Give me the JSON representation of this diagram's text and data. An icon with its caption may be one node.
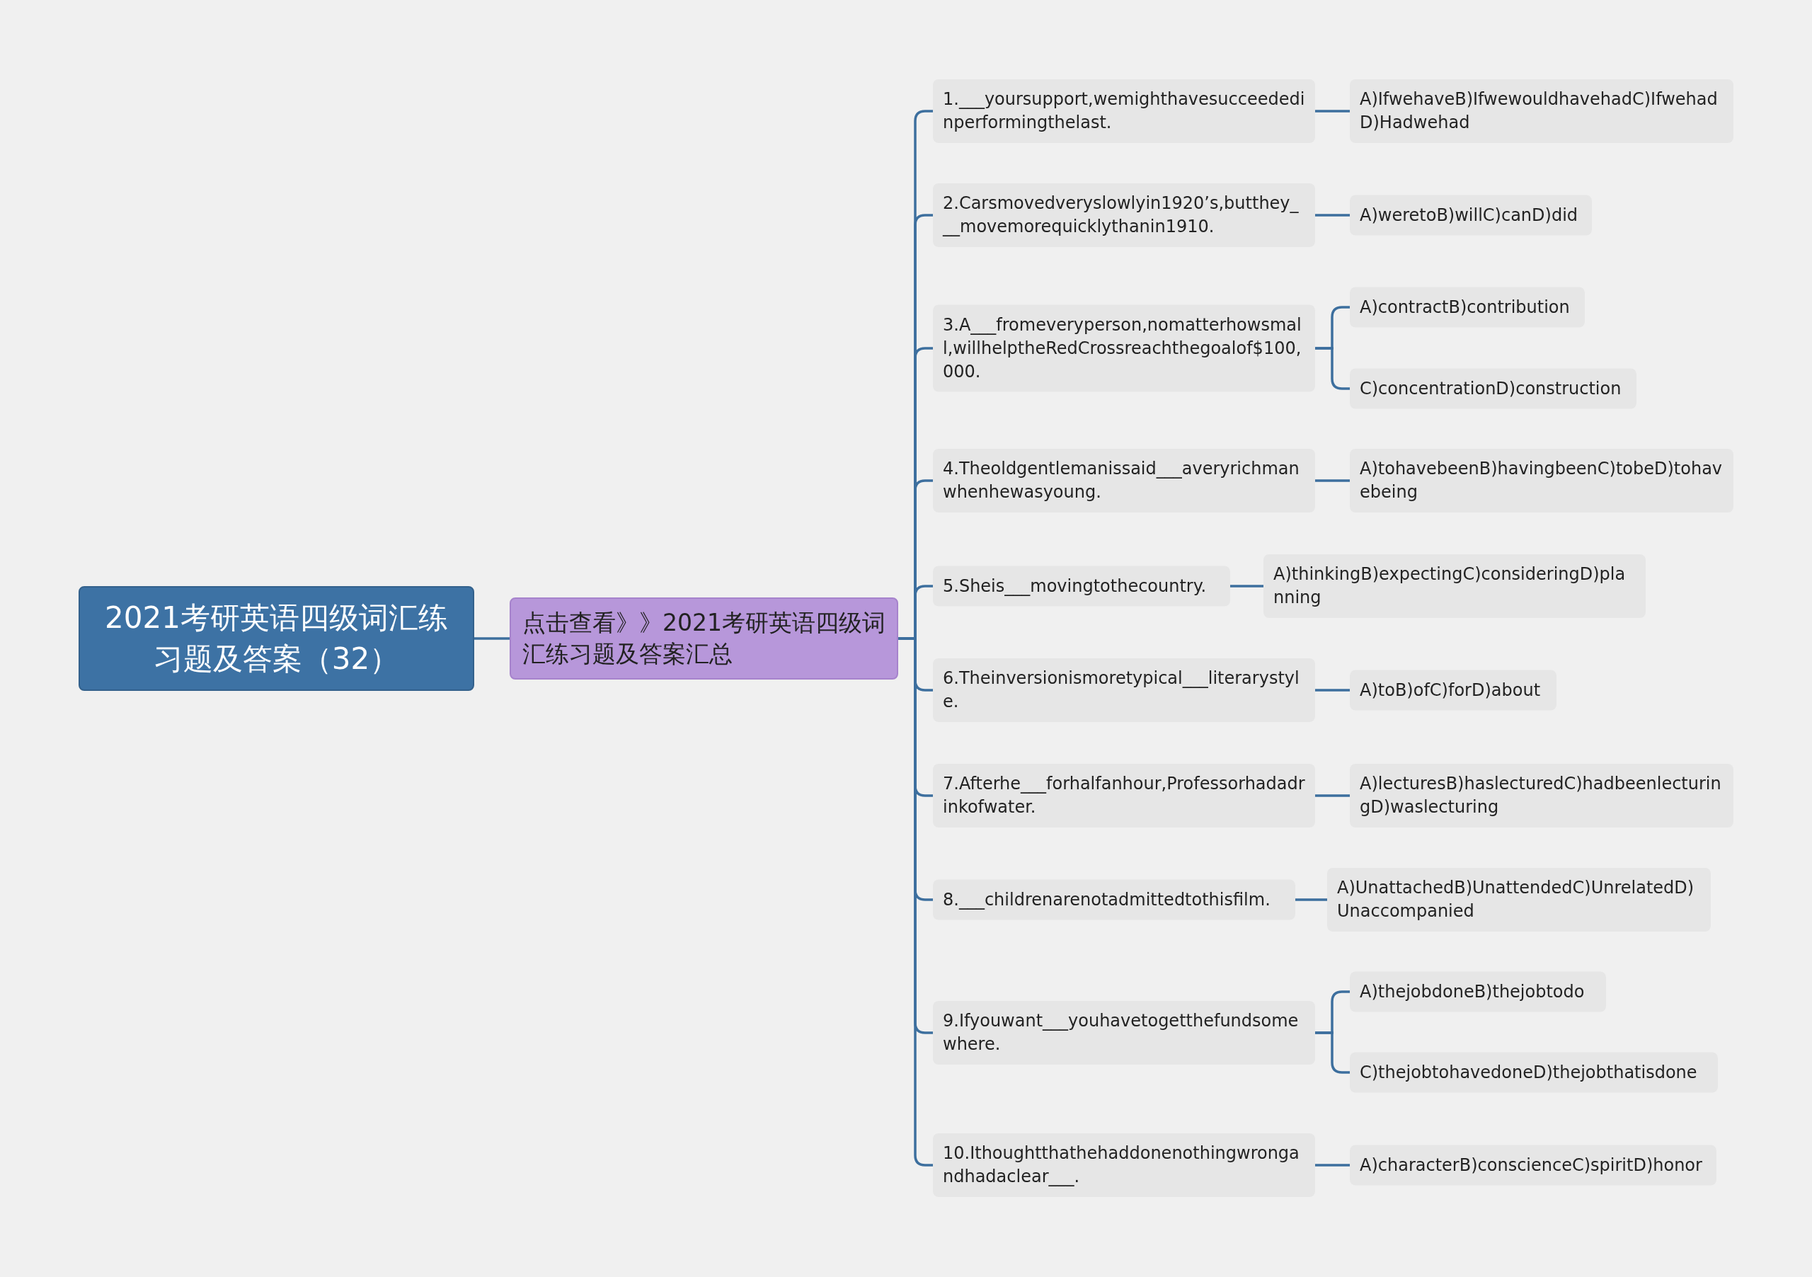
{
  "diagram": {
    "nodes": [
      {
        "text": [
          "2021考研英语四级词汇练习题及答案（32）"
        ]
      },
      {
        "text": [
          "点击查看》》2021考研英语四级词汇练习题及答案汇总"
        ]
      },
      {
        "text": [
          "1.___yoursupport,wemighthavesucceededinperformingthelast."
        ]
      },
      {
        "text": [
          "A)IfwehaveB)IfwewouldhavehadC)IfwehadD)Hadwehad"
        ]
      },
      {
        "text": [
          "2.Carsmovedveryslowlyin1920’s,butthey___movemorequicklythanin1910."
        ]
      },
      {
        "text": [
          "A)weretoB)willC)canD)did"
        ]
      },
      {
        "text": [
          "3.A___fromeveryperson,nomatterhowsmall,willhelptheRedCrossreachthegoalof$100,000."
        ]
      },
      {
        "text": [
          "A)contractB)contribution"
        ]
      },
      {
        "text": [
          "C)concentrationD)construction"
        ]
      },
      {
        "text": [
          "4.Theoldgentlemanissaid___averyrichmanwhenhewasyoung."
        ]
      },
      {
        "text": [
          "A)tohavebeenB)havingbeenC)tobeD)tohavebeing"
        ]
      },
      {
        "text": [
          "5.Sheis___movingtothecountry."
        ]
      },
      {
        "text": [
          "A)thinkingB)expectingC)consideringD)planning"
        ]
      },
      {
        "text": [
          "6.Theinversionismoretypical___literarystyle."
        ]
      },
      {
        "text": [
          "A)toB)ofC)forD)about"
        ]
      },
      {
        "text": [
          "7.Afterhe___forhalfanhour,Professorhadadrinkofwater."
        ]
      },
      {
        "text": [
          "A)lecturesB)haslecturedC)hadbeenlecturingD)waslecturing"
        ]
      },
      {
        "text": [
          "8.___childrenarenotadmittedtothisfilm."
        ]
      },
      {
        "text": [
          "A)UnattachedB)UnattendedC)UnrelatedD)Unaccompanied"
        ]
      },
      {
        "text": [
          "9.Ifyouwant___youhavetogetthefundsomewhere."
        ]
      },
      {
        "text": [
          "A)thejobdoneB)thejobtodo"
        ]
      },
      {
        "text": [
          "C)thejobtohavedoneD)thejobthatisdone"
        ]
      },
      {
        "text": [
          "10.Ithoughtthathehaddonenothingwrongandhadaclear___."
        ]
      },
      {
        "text": [
          "A)characterB)conscienceC)spiritD)honor"
        ]
      }
    ],
    "edges": [
      {
        "from": 0,
        "to": 1,
        "arrow": "none"
      },
      {
        "from": 1,
        "to": 2,
        "arrow": "none"
      },
      {
        "from": 1,
        "to": 4,
        "arrow": "none"
      },
      {
        "from": 1,
        "to": 6,
        "arrow": "none"
      },
      {
        "from": 1,
        "to": 9,
        "arrow": "none"
      },
      {
        "from": 1,
        "to": 11,
        "arrow": "none"
      },
      {
        "from": 1,
        "to": 13,
        "arrow": "none"
      },
      {
        "from": 1,
        "to": 15,
        "arrow": "none"
      },
      {
        "from": 1,
        "to": 17,
        "arrow": "none"
      },
      {
        "from": 1,
        "to": 19,
        "arrow": "none"
      },
      {
        "from": 1,
        "to": 22,
        "arrow": "none"
      },
      {
        "from": 2,
        "to": 3,
        "arrow": "none"
      },
      {
        "from": 4,
        "to": 5,
        "arrow": "none"
      },
      {
        "from": 6,
        "to": 7,
        "arrow": "none"
      },
      {
        "from": 6,
        "to": 8,
        "arrow": "none"
      },
      {
        "from": 9,
        "to": 10,
        "arrow": "none"
      },
      {
        "from": 11,
        "to": 12,
        "arrow": "none"
      },
      {
        "from": 13,
        "to": 14,
        "arrow": "none"
      },
      {
        "from": 15,
        "to": 16,
        "arrow": "none"
      },
      {
        "from": 17,
        "to": 18,
        "arrow": "none"
      },
      {
        "from": 19,
        "to": 20,
        "arrow": "none"
      },
      {
        "from": 19,
        "to": 21,
        "arrow": "none"
      },
      {
        "from": 22,
        "to": 23,
        "arrow": "none"
      }
    ]
  }
}
